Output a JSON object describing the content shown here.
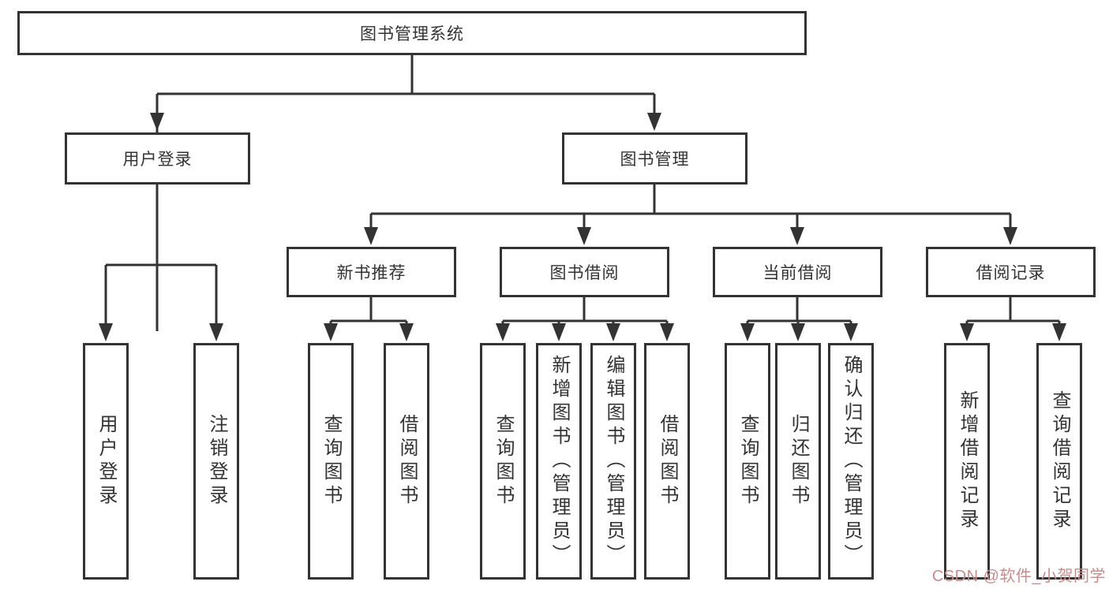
{
  "diagram": {
    "root": "图书管理系统",
    "level2": {
      "user_login": "用户登录",
      "book_management": "图书管理"
    },
    "level3": {
      "new_book": "新书推荐",
      "borrow": "图书借阅",
      "current": "当前借阅",
      "records": "借阅记录"
    },
    "leaves": {
      "login": [
        "用户登录",
        "注销登录"
      ],
      "new_book": [
        "查询图书",
        "借阅图书"
      ],
      "borrow": [
        "查询图书",
        "新增图书（管理员）",
        "编辑图书（管理员）",
        "借阅图书"
      ],
      "current": [
        "查询图书",
        "归还图书",
        "确认归还（管理员）"
      ],
      "records": [
        "新增借阅记录",
        "查询借阅记录"
      ]
    },
    "watermark": "CSDN @软件_小贺同学",
    "colors": {
      "line": "#333333",
      "text": "#333333",
      "watermark": "#c88c8c",
      "background": "#ffffff"
    }
  }
}
